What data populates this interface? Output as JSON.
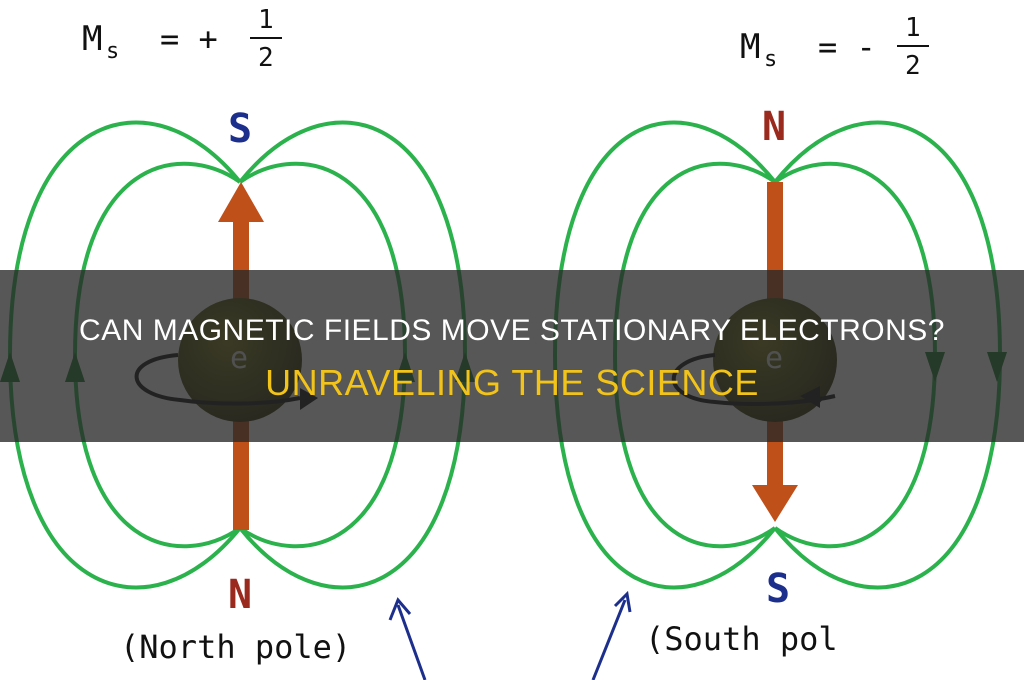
{
  "diagram": {
    "left": {
      "ms_symbol": "M",
      "ms_subscript": "s",
      "equals": "= +",
      "frac_num": "1",
      "frac_den": "2",
      "top_pole": "S",
      "bottom_pole": "N",
      "caption": "(North pole)",
      "electron": "e"
    },
    "right": {
      "ms_symbol": "M",
      "ms_subscript": "s",
      "equals": "= -",
      "frac_num": "1",
      "frac_den": "2",
      "top_pole": "N",
      "bottom_pole": "S",
      "caption": "(South pol",
      "electron": "e"
    },
    "colors": {
      "field_lines": "#2bb24c",
      "arrow": "#c0501a",
      "pole_s": "#1d2f8c",
      "pole_n": "#9a2a1e",
      "pointer": "#1d2f8c"
    }
  },
  "overlay": {
    "title": "Can Magnetic Fields Move Stationary Electrons?",
    "subtitle": "Unraveling The Science",
    "title_color": "#ffffff",
    "subtitle_color": "#f2c318"
  }
}
